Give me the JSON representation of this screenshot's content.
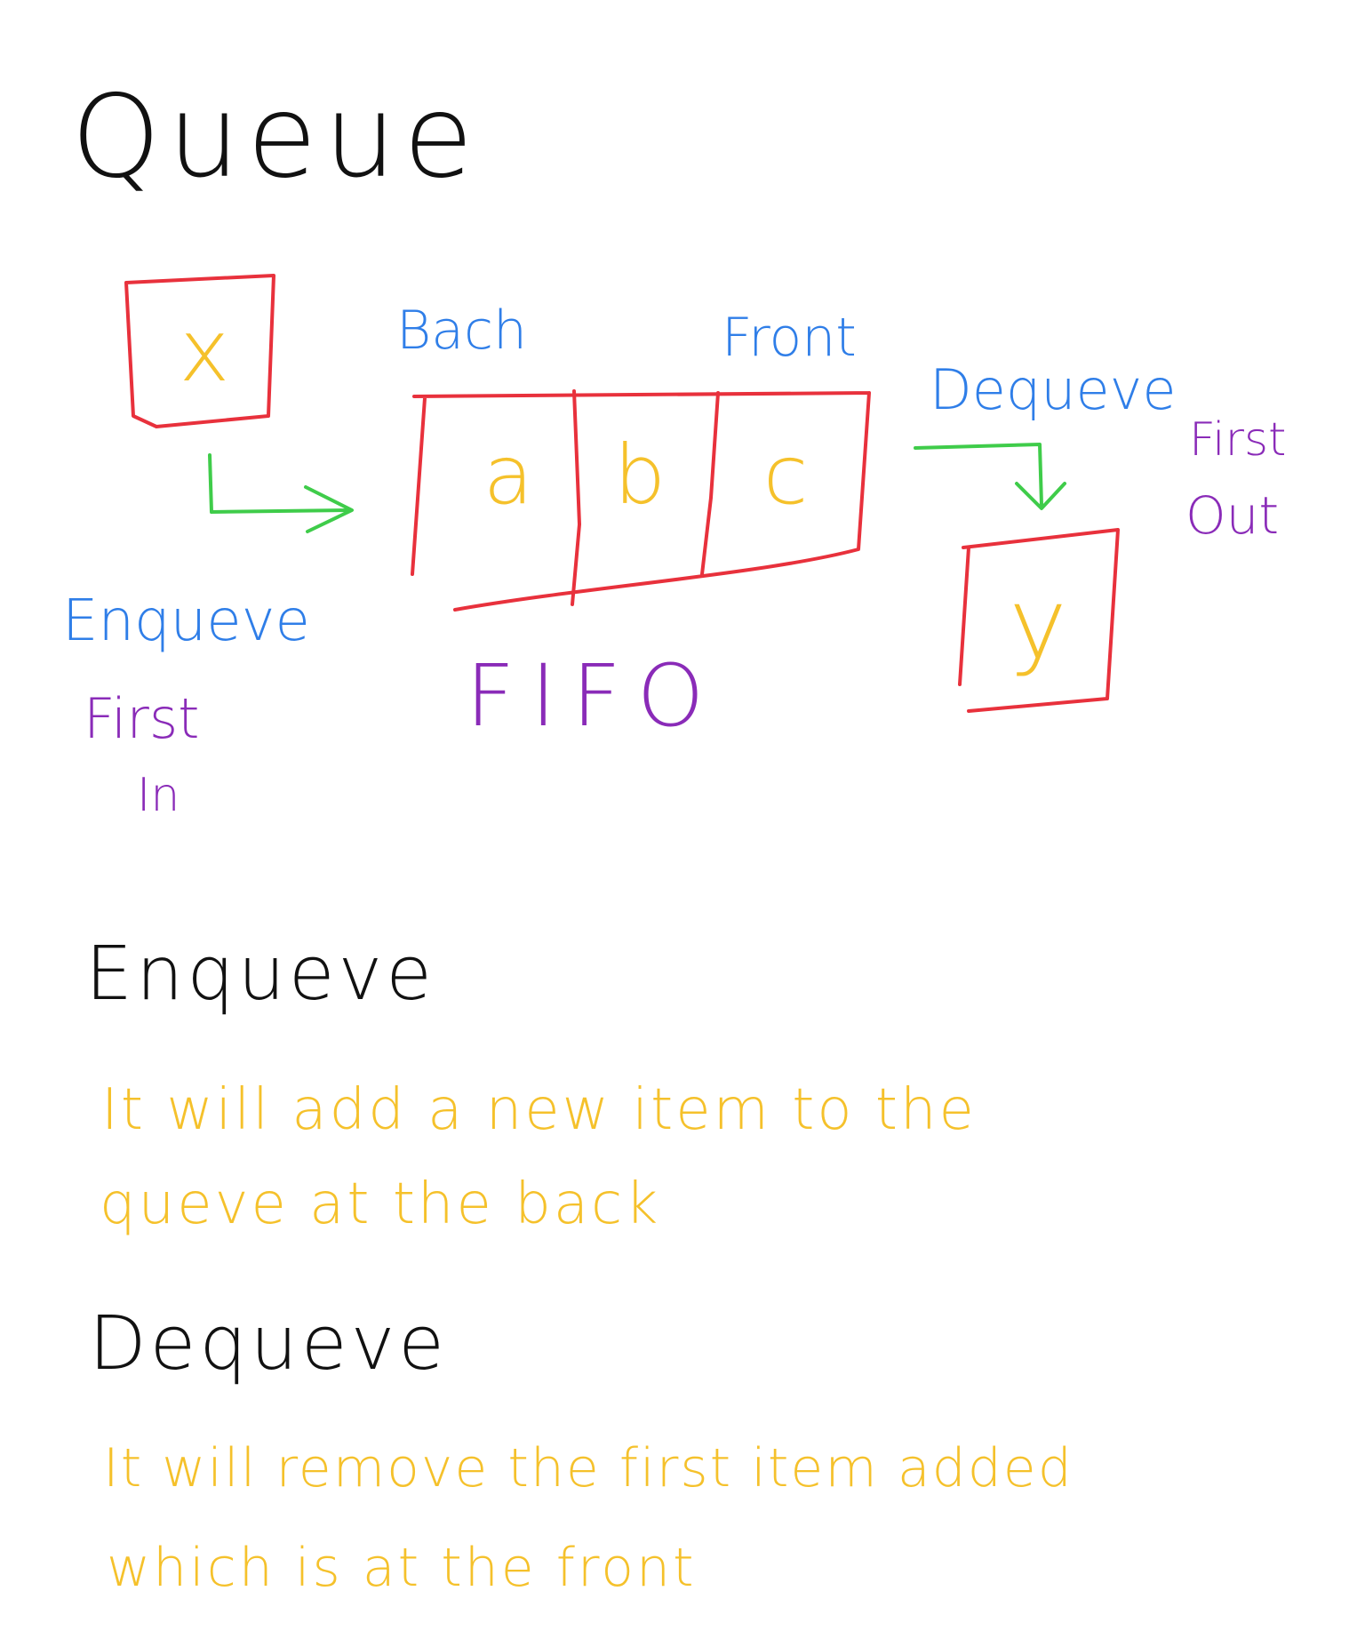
{
  "title": "Queue",
  "colors": {
    "ink": "#111111",
    "box": "#e8313c",
    "label": "#2f7ee8",
    "item": "#f5c12b",
    "arrow": "#3fcc4a",
    "acronym": "#8a2bb8"
  },
  "diagram": {
    "incoming_item": "x",
    "outgoing_item": "y",
    "queue_items": [
      "a",
      "b",
      "c"
    ],
    "back_label": "Bach",
    "front_label": "Front",
    "enqueue_label": "Enqueve",
    "dequeue_label": "Dequeve",
    "first_in": {
      "line1": "First",
      "line2": "In"
    },
    "first_out": {
      "line1": "First",
      "line2": "Out"
    },
    "acronym": "FIFO"
  },
  "notes": [
    {
      "heading": "Enqueve",
      "lines": [
        "It will add a new item to the",
        "queve at the back"
      ]
    },
    {
      "heading": "Dequeve",
      "lines": [
        "It will remove the first item added",
        "which is at the front"
      ]
    }
  ]
}
